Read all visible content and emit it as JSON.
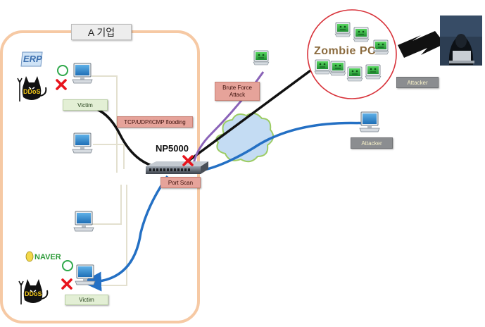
{
  "company": {
    "title": "A 기업"
  },
  "device": {
    "name": "NP5000"
  },
  "labels": {
    "victim_top": "Victim",
    "victim_bottom": "Victim",
    "flooding": "TCP/UDP/ICMP flooding",
    "port_scan": "Port Scan",
    "brute_force_line1": "Brute Force",
    "brute_force_line2": "Attack",
    "attacker_right": "Attacker",
    "attacker_top": "Attacker",
    "zombie": "Zombie PC",
    "erp": "ERP",
    "naver": "NAVER",
    "ddos_top": "DDoS",
    "ddos_bottom": "DDoS"
  },
  "colors": {
    "frame": "#f6c9a4",
    "blue_line": "#2470c4",
    "black_line": "#111111",
    "purple_line": "#8a63b8",
    "red_x": "#e8141c",
    "zombie_circle": "#d8323a",
    "cloud": "#c4dcf3",
    "cloud_border": "#9ccc63"
  }
}
